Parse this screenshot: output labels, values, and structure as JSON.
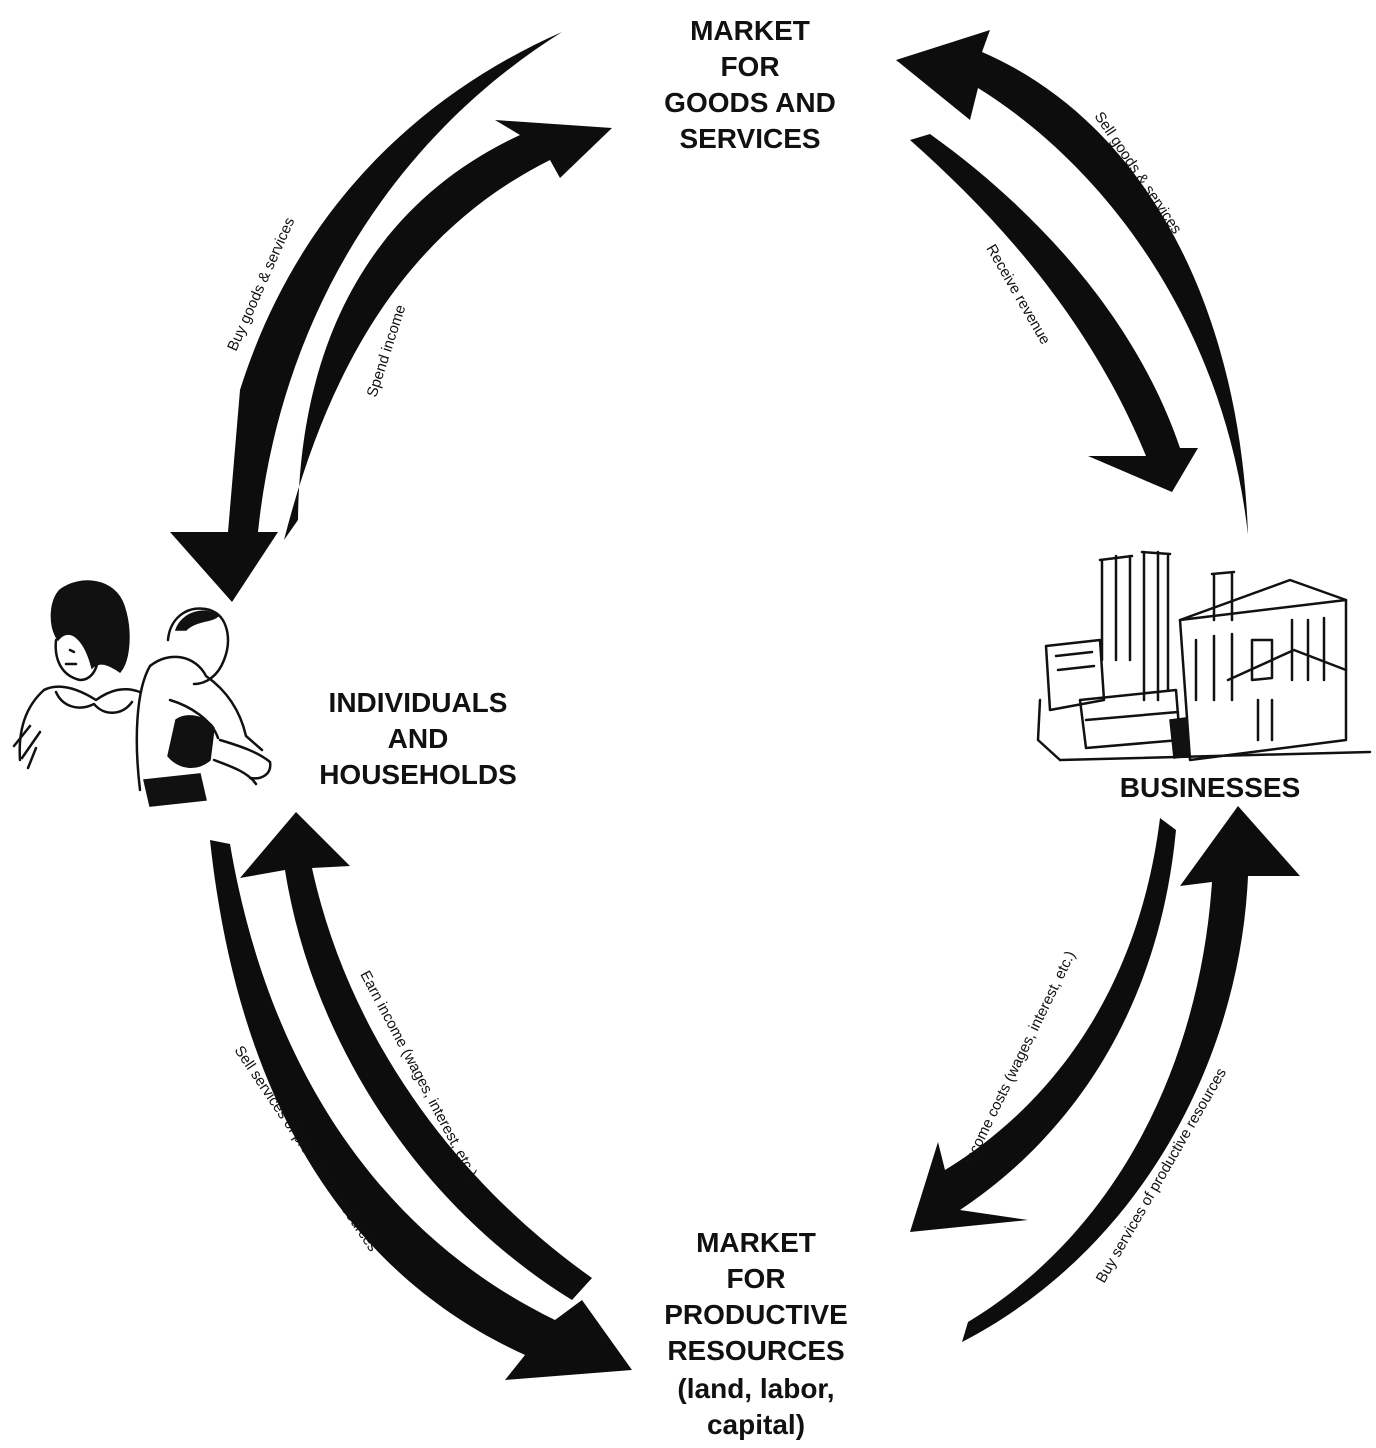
{
  "nodes": {
    "goods_market": [
      "MARKET",
      "FOR",
      "GOODS AND",
      "SERVICES"
    ],
    "households": [
      "INDIVIDUALS",
      "AND",
      "HOUSEHOLDS"
    ],
    "businesses": [
      "BUSINESSES"
    ],
    "resource_market": [
      "MARKET",
      "FOR",
      "PRODUCTIVE",
      "RESOURCES",
      "(land, labor,",
      "capital)"
    ]
  },
  "flows": {
    "buy_goods": "Buy goods & services",
    "spend_income": "Spend income",
    "sell_goods": "Sell goods & services",
    "receive_revenue": "Receive revenue",
    "earn_income": "Earn income (wages, interest, etc.)",
    "sell_services": "Sell services of productive resources",
    "income_costs": "Income costs (wages, interest, etc.)",
    "buy_services": "Buy services of productive resources"
  },
  "illustrations": {
    "households": "people-illustration",
    "businesses": "factory-illustration"
  },
  "colors": {
    "arrow": "#0d0d0d",
    "text": "#111111",
    "background": "#ffffff"
  }
}
